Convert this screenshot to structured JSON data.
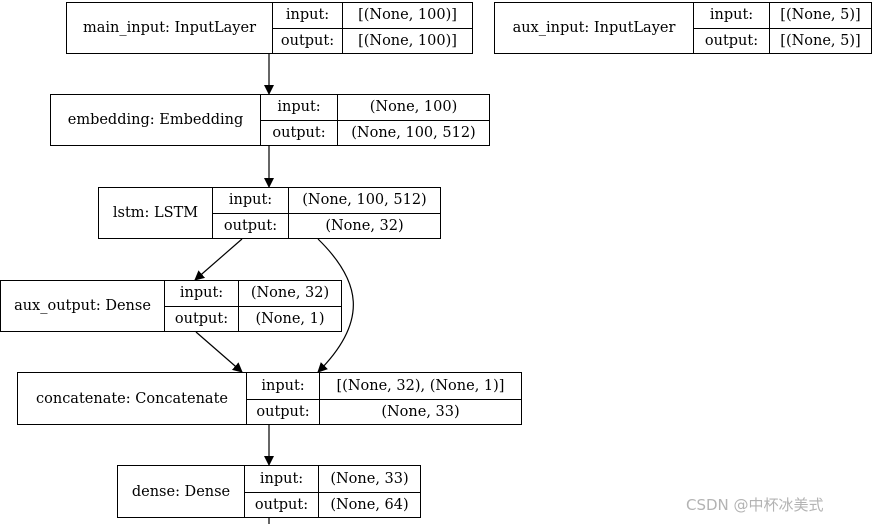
{
  "diagram": {
    "nodes": [
      {
        "id": "main_input",
        "name": "main_input: InputLayer",
        "input_label": "input:",
        "output_label": "output:",
        "input_shape": "[(None, 100)]",
        "output_shape": "[(None, 100)]"
      },
      {
        "id": "aux_input",
        "name": "aux_input: InputLayer",
        "input_label": "input:",
        "output_label": "output:",
        "input_shape": "[(None, 5)]",
        "output_shape": "[(None, 5)]"
      },
      {
        "id": "embedding",
        "name": "embedding: Embedding",
        "input_label": "input:",
        "output_label": "output:",
        "input_shape": "(None, 100)",
        "output_shape": "(None, 100, 512)"
      },
      {
        "id": "lstm",
        "name": "lstm: LSTM",
        "input_label": "input:",
        "output_label": "output:",
        "input_shape": "(None, 100, 512)",
        "output_shape": "(None, 32)"
      },
      {
        "id": "aux_output",
        "name": "aux_output: Dense",
        "input_label": "input:",
        "output_label": "output:",
        "input_shape": "(None, 32)",
        "output_shape": "(None, 1)"
      },
      {
        "id": "concatenate",
        "name": "concatenate: Concatenate",
        "input_label": "input:",
        "output_label": "output:",
        "input_shape": "[(None, 32), (None, 1)]",
        "output_shape": "(None, 33)"
      },
      {
        "id": "dense",
        "name": "dense: Dense",
        "input_label": "input:",
        "output_label": "output:",
        "input_shape": "(None, 33)",
        "output_shape": "(None, 64)"
      }
    ],
    "edges": [
      {
        "from": "main_input",
        "to": "embedding"
      },
      {
        "from": "embedding",
        "to": "lstm"
      },
      {
        "from": "lstm",
        "to": "aux_output"
      },
      {
        "from": "lstm",
        "to": "concatenate"
      },
      {
        "from": "aux_output",
        "to": "concatenate"
      },
      {
        "from": "dense",
        "to": "continues-below"
      }
    ]
  },
  "watermark": "CSDN @中杯冰美式"
}
